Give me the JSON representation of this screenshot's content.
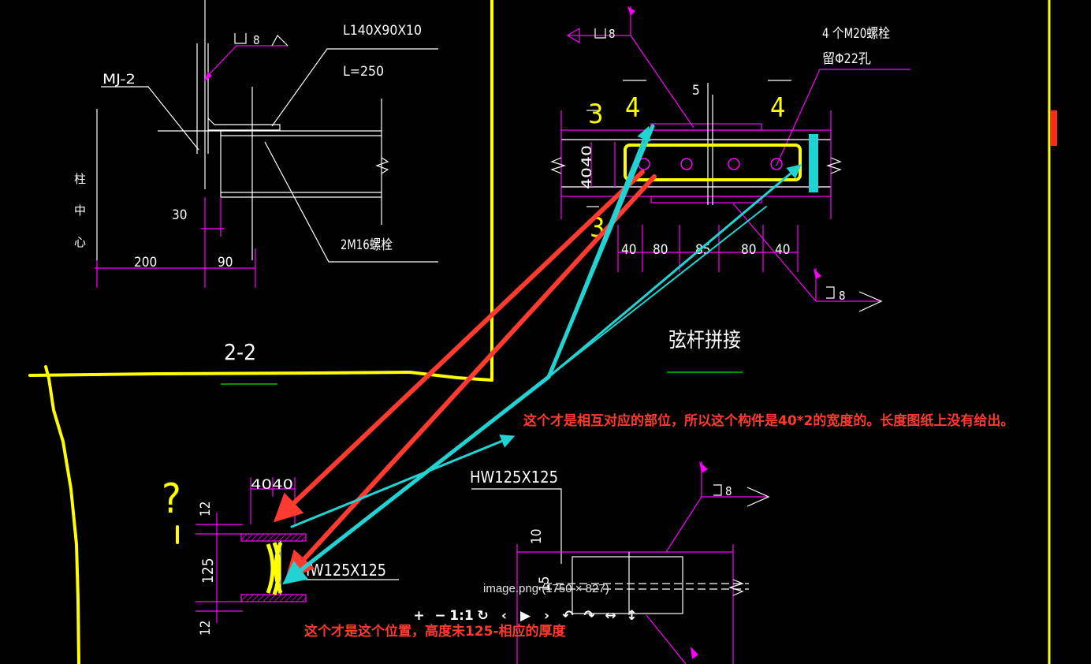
{
  "viewer": {
    "image_info": "image.png (1750 × 827)",
    "toolbar": [
      {
        "name": "zoom-in-button",
        "glyph": "+"
      },
      {
        "name": "zoom-out-button",
        "glyph": "−"
      },
      {
        "name": "actual-size-button",
        "glyph": "1:1"
      },
      {
        "name": "reset-button",
        "glyph": "↻"
      },
      {
        "name": "previous-button",
        "glyph": "‹"
      },
      {
        "name": "play-button",
        "glyph": "▶"
      },
      {
        "name": "next-button",
        "glyph": "›"
      },
      {
        "name": "rotate-left-button",
        "glyph": "↶"
      },
      {
        "name": "rotate-right-button",
        "glyph": "↷"
      },
      {
        "name": "flip-horizontal-button",
        "glyph": "↔"
      },
      {
        "name": "flip-vertical-button",
        "glyph": "↕"
      }
    ]
  },
  "drawing": {
    "section_2_2": {
      "angle_label": "L140X90X10",
      "length_label": "L=250",
      "mj_label": "MJ-2",
      "weld_label": "8",
      "bolt_label": "2M16螺栓",
      "center_label_1": "柱",
      "center_label_2": "中",
      "center_label_3": "心",
      "dim_30": "30",
      "dim_200": "200",
      "dim_90": "90",
      "title": "2-2"
    },
    "splice": {
      "weld_top": "8",
      "bolts_line1": "4 个M20螺栓",
      "bolts_line2": "留Φ22孔",
      "dim_5": "5",
      "mark_3a": "3",
      "mark_4a": "4",
      "mark_4b": "4",
      "mark_3b": "3",
      "dim_4040": "4040",
      "dims_bottom": [
        "40",
        "80",
        "85",
        "80",
        "40"
      ],
      "weld_bottom": "8",
      "title": "弦杆拼接"
    },
    "section_lower": {
      "dim_top": "4040",
      "dim_12a": "12",
      "dim_125": "125",
      "dim_12b": "12",
      "hw_label": "HW125X125",
      "question": "?"
    },
    "section_right": {
      "hw_label": "HW125X125",
      "weld": "8",
      "dim_10": "10",
      "dim_15": "15"
    }
  },
  "annotations": {
    "note1": "这个才是相互对应的部位，所以这个构件是40*2的宽度的。长度图纸上没有给出。",
    "note2": "这个才是这个位置，高度未125-相应的厚度"
  },
  "colors": {
    "background": "#000000",
    "cad_white": "#ffffff",
    "cad_magenta": "#ff00ff",
    "cad_yellow": "#ffff00",
    "arrow_red": "#ff3b30",
    "arrow_cyan": "#22d3d3",
    "note_red": "#ff3b30"
  }
}
